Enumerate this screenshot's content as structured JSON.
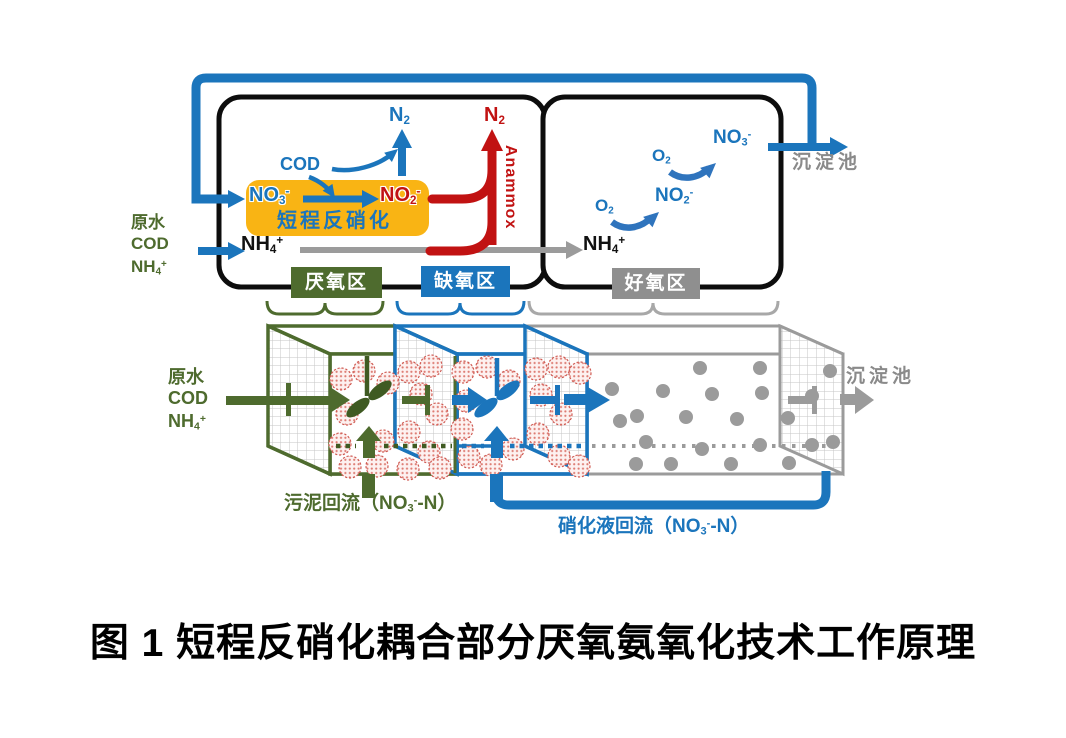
{
  "caption": "图 1 短程反硝化耦合部分厌氧氨氧化技术工作原理",
  "colors": {
    "blue": "#1b75bc",
    "olive_green": "#4e6b2e",
    "red": "#c11212",
    "yellow": "#f9b414",
    "gray_line": "#9b9b9b",
    "gray_text": "#8a8a8a",
    "granule_red": "#dd7b72"
  },
  "top_diagram": {
    "influent": {
      "line1": "原水",
      "line2": "COD",
      "nh4": {
        "base": "NH",
        "sub": "4",
        "sup": "+"
      }
    },
    "cod": "COD",
    "n2_blue": {
      "base": "N",
      "sub": "2"
    },
    "n2_red": {
      "base": "N",
      "sub": "2"
    },
    "no3_feed": {
      "base": "NO",
      "sub": "3",
      "sup": "-"
    },
    "no2_product": {
      "base": "NO",
      "sub": "2",
      "sup": "-"
    },
    "shortcut_denitrification": "短程反硝化",
    "anammox": "Anammox",
    "nh4_anaerobic": {
      "base": "NH",
      "sub": "4",
      "sup": "+"
    },
    "nh4_aerobic": {
      "base": "NH",
      "sub": "4",
      "sup": "+"
    },
    "o2_step1": {
      "base": "O",
      "sub": "2"
    },
    "no2_aerobic": {
      "base": "NO",
      "sub": "2",
      "sup": "-"
    },
    "o2_step2": {
      "base": "O",
      "sub": "2"
    },
    "no3_aerobic": {
      "base": "NO",
      "sub": "3",
      "sup": "-"
    },
    "settling_tank": "沉淀池"
  },
  "zones": {
    "anaerobic": "厌氧区",
    "anoxic": "缺氧区",
    "aerobic": "好氧区"
  },
  "tank": {
    "influent": {
      "line1": "原水",
      "line2": "COD",
      "nh4": {
        "base": "NH",
        "sub": "4",
        "sup": "+"
      }
    },
    "sludge_return": {
      "prefix": "污泥回流（NO",
      "sub": "3",
      "sup": "-",
      "suffix": "-N）"
    },
    "nitrified_return": {
      "prefix": "硝化液回流（NO",
      "sub": "3",
      "sup": "-",
      "suffix": "-N）"
    },
    "settling_tank": "沉淀池"
  }
}
